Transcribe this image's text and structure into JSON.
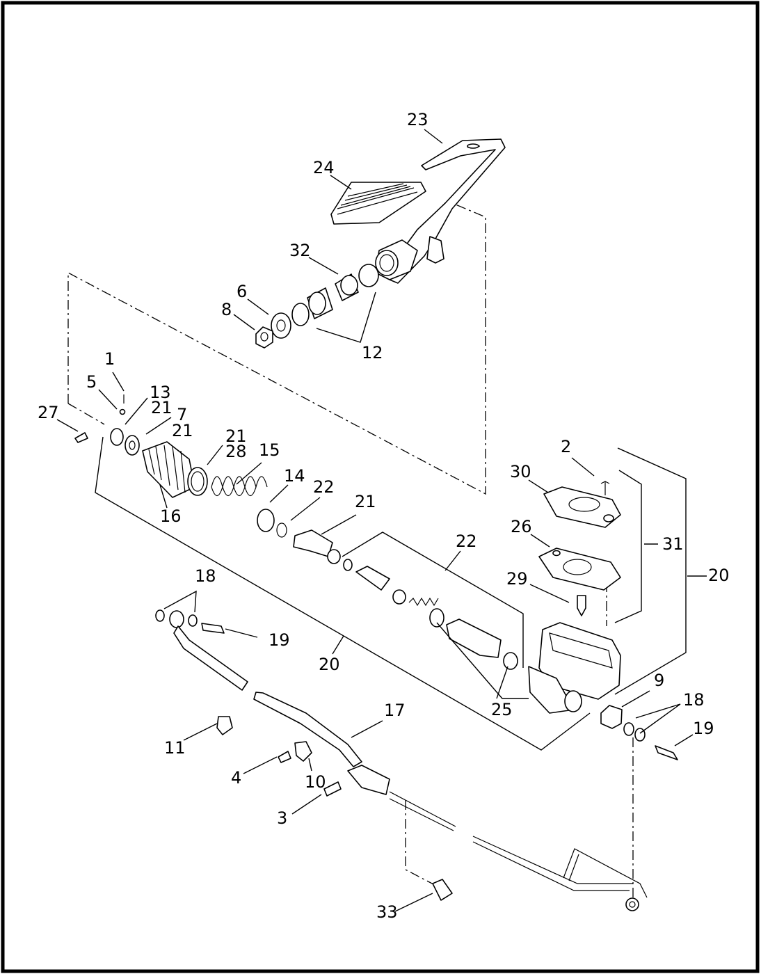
{
  "callouts": {
    "c1": "1",
    "c2": "2",
    "c3": "3",
    "c4": "4",
    "c5": "5",
    "c6": "6",
    "c7": "7",
    "c8": "8",
    "c9": "9",
    "c10": "10",
    "c11": "11",
    "c12": "12",
    "c13": "13",
    "c14": "14",
    "c15": "15",
    "c16": "16",
    "c17": "17",
    "c18a": "18",
    "c18b": "18",
    "c19a": "19",
    "c19b": "19",
    "c20a": "20",
    "c20b": "20",
    "c21a": "21",
    "c21b": "21",
    "c21c": "21",
    "c21d": "21",
    "c22a": "22",
    "c22b": "22",
    "c23": "23",
    "c24": "24",
    "c25": "25",
    "c26": "26",
    "c27": "27",
    "c28": "28",
    "c29": "29",
    "c30": "30",
    "c31": "31",
    "c32": "32",
    "c33": "33"
  }
}
